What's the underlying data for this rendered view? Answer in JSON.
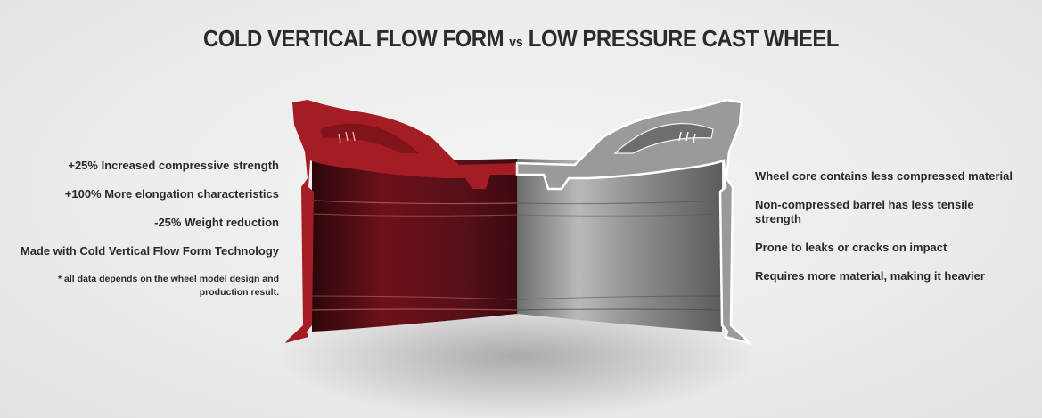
{
  "header": {
    "title_left": "COLD VERTICAL FLOW FORM",
    "title_vs": "vs",
    "title_right": "LOW PRESSURE CAST WHEEL"
  },
  "left_features": [
    "+25% Increased compressive strength",
    "+100% More elongation characteristics",
    "-25% Weight reduction",
    "Made with Cold Vertical Flow Form Technology"
  ],
  "left_note": "* all data depends on the wheel model design and production result.",
  "right_features": [
    "Wheel core contains less compressed material",
    "Non-compressed barrel has less tensile strength",
    "Prone to leaks or cracks on impact",
    "Requires more material, making it heavier"
  ],
  "colors": {
    "flow_form_red": "#a51d24",
    "flow_form_dark": "#3a0a0f",
    "cast_grey": "#8a8a8a",
    "cast_outline": "#ffffff"
  },
  "icons": {
    "wheel_illustration": "wheel-cross-section-illustration"
  }
}
